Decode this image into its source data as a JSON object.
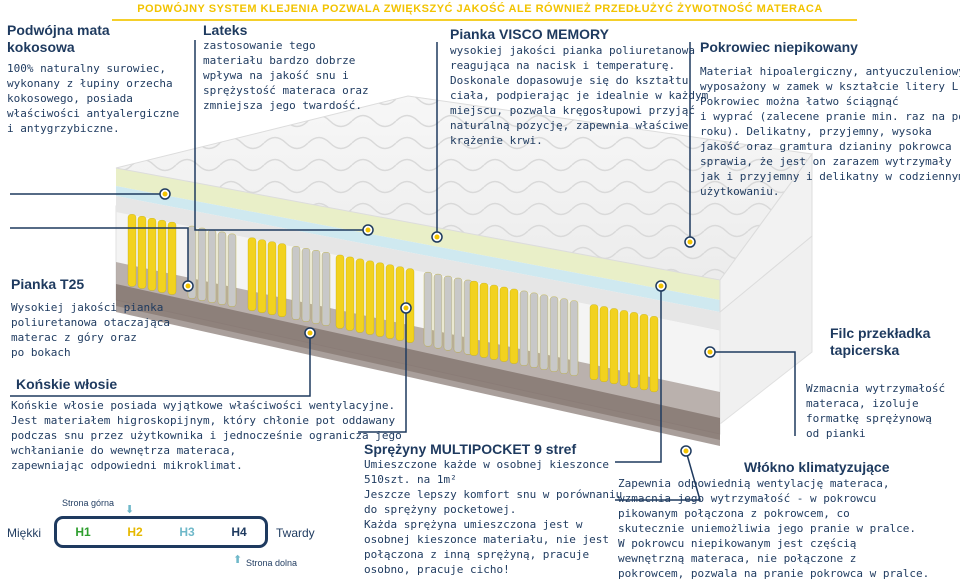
{
  "banner": "PODWÓJNY SYSTEM KLEJENIA POZWALA ZWIĘKSZYĆ JAKOŚĆ ALE RÓWNIEŻ PRZEDŁUŻYĆ ŻYWOTNOŚĆ MATERACA",
  "callouts": {
    "mata": {
      "title_lines": [
        "Podwójna mata",
        "kokosowa"
      ],
      "lines": [
        "100% naturalny surowiec,",
        "wykonany z łupiny orzecha",
        "kokosowego, posiada",
        "właściwości antyalergiczne",
        "i antygrzybiczne."
      ]
    },
    "lateks": {
      "title": "Lateks",
      "lines": [
        "zastosowanie tego",
        "materiału bardzo dobrze",
        "wpływa na jakość snu i",
        "sprężystość materaca oraz",
        "zmniejsza jego twardość."
      ]
    },
    "visco": {
      "title": "Pianka VISCO MEMORY",
      "lines": [
        "wysokiej jakości pianka poliuretanowa",
        "reagująca na nacisk i temperaturę.",
        "Doskonale dopasowuje się do kształtu",
        "ciała, podpierając je idealnie w każdym",
        "miejscu, pozwala kręgosłupowi przyjąć",
        "naturalną pozycję, zapewnia właściwe",
        "krążenie krwi."
      ]
    },
    "pokrowiec": {
      "title": "Pokrowiec niepikowany",
      "lines": [
        "Materiał hipoalergiczny, antyuczuleniowy,",
        "wyposażony w zamek w kształcie litery L.",
        "Pokrowiec można łatwo ściągnąć",
        "i wyprać (zalecene pranie min. raz na pół",
        "roku). Delikatny, przyjemny, wysoka",
        "jakość oraz gramtura dzianiny pokrowca",
        "sprawia, że jest on zarazem wytrzymały",
        "jak i przyjemny i delikatny w codziennym",
        "użytkowaniu."
      ]
    },
    "t25": {
      "title": "Pianka T25",
      "lines": [
        "Wysokiej jakości pianka",
        "poliuretanowa otaczająca",
        "materac z góry oraz",
        "po bokach"
      ]
    },
    "wlosie": {
      "title": "Końskie włosie",
      "lines": [
        "Końskie włosie posiada wyjątkowe właściwości wentylacyjne.",
        "Jest materiałem higroskopijnym, który chłonie pot oddawany",
        "podczas snu przez użytkownika i jednocześnie ogranicza jego",
        "wchłanianie do wewnętrza materaca,",
        "zapewniając odpowiedni mikroklimat."
      ]
    },
    "sprezyny": {
      "title": "Sprężyny MULTIPOCKET 9 stref",
      "lines": [
        "Umieszczone każde w osobnej kieszonce",
        "510szt. na 1m²",
        "Jeszcze lepszy komfort snu w porównaniu",
        "do sprężyny pocketowej.",
        "Każda sprężyna umieszczona jest w",
        "osobnej kieszonce materiału, nie jest",
        "połączona z inną sprężyną, pracuje",
        "osobno, pracuje cicho!"
      ]
    },
    "filc": {
      "title_lines": [
        "Filc przekładka",
        "tapicerska"
      ],
      "lines": [
        "Wzmacnia wytrzymałość",
        "materaca, izoluje",
        "formatkę sprężynową",
        "od pianki"
      ]
    },
    "wlokno": {
      "title": "Włókno klimatyzujące",
      "lines": [
        "Zapewnia odpowiednią wentylację materaca,",
        "wzmacnia jego wytrzymałość - w pokrowcu",
        "pikowanym połączona z pokrowcem, co",
        "skutecznie uniemożliwia jego pranie w pralce.",
        "W pokrowcu niepikowanym jest częścią",
        "wewnętrzną materaca, nie połączone z",
        "pokrowcem, pozwala na pranie pokrowca w pralce."
      ]
    }
  },
  "legend": {
    "top_label": "Strona górna",
    "bottom_label": "Strona dolna",
    "left_label": "Miękki",
    "right_label": "Twardy",
    "levels": [
      {
        "label": "H1",
        "color": "#2e9e2e"
      },
      {
        "label": "H2",
        "color": "#e6b800"
      },
      {
        "label": "H3",
        "color": "#6fb8c9"
      },
      {
        "label": "H4",
        "color": "#1e3a5f"
      }
    ]
  },
  "colors": {
    "text": "#1e3a5f",
    "accent": "#f2c300",
    "spring_yellow": "#f2d21f",
    "spring_gray": "#c8c8c8"
  }
}
